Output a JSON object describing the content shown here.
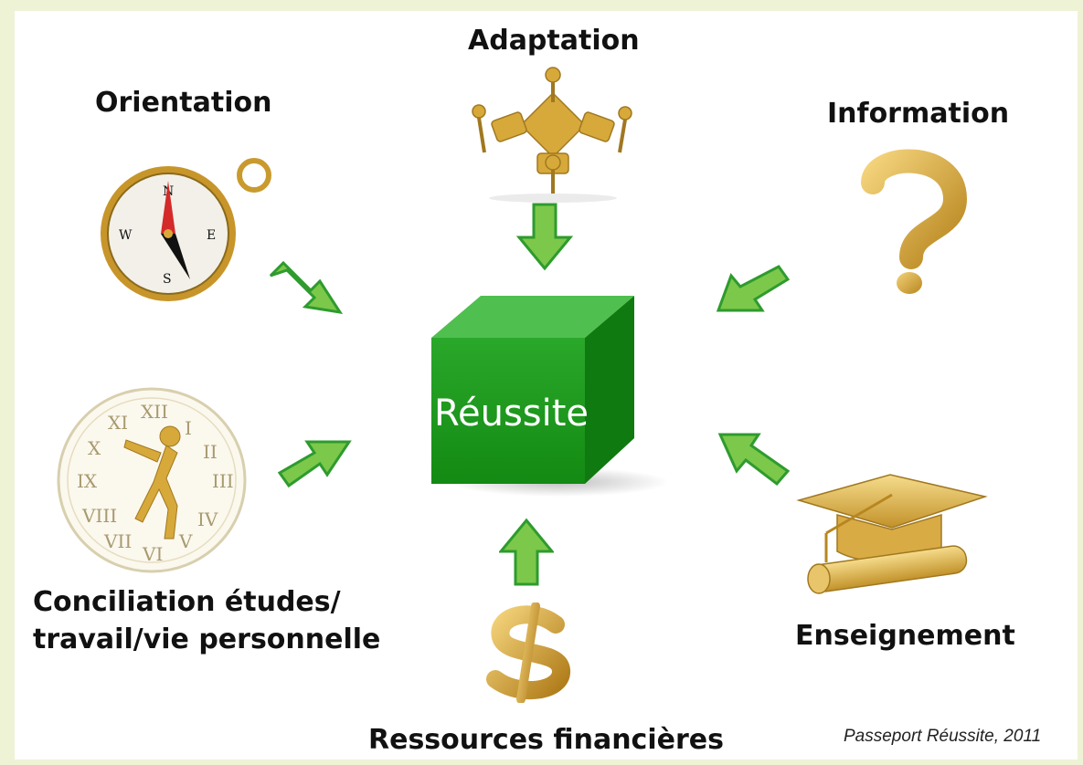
{
  "center": {
    "label": "Réussite",
    "color": "#1a9a1a"
  },
  "factors": {
    "adaptation": "Adaptation",
    "orientation": "Orientation",
    "information": "Information",
    "conciliation_line1": "Conciliation études/",
    "conciliation_line2": "travail/vie personnelle",
    "enseignement": "Enseignement",
    "ressources": "Ressources financières"
  },
  "caption": "Passeport Réussite, 2011",
  "illustrations": {
    "adaptation": "puzzle-team-icon",
    "orientation": "compass-icon",
    "information": "question-mark-icon",
    "conciliation": "clock-runner-icon",
    "enseignement": "graduation-cap-icon",
    "ressources": "dollar-sign-icon"
  },
  "colors": {
    "arrow_fill": "#7cc84a",
    "arrow_stroke": "#2e9b2e",
    "gold": "#d7a93a",
    "background": "#eef3d6"
  }
}
